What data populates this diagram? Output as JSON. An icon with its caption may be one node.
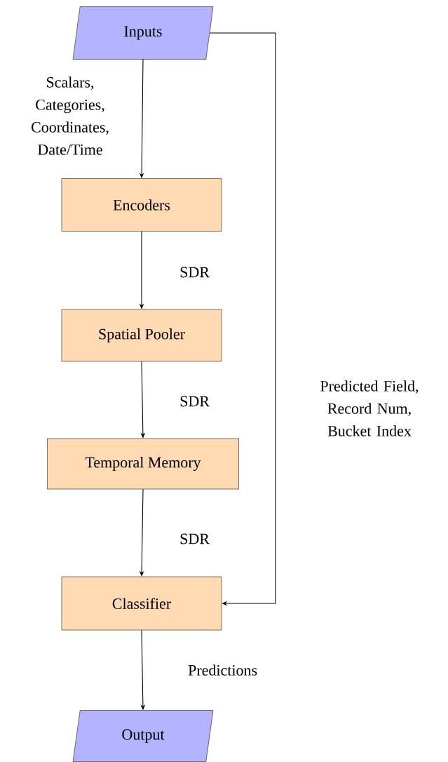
{
  "diagram": {
    "nodes": [
      {
        "text": [
          "Inputs"
        ]
      },
      {
        "text": [
          "Encoders"
        ]
      },
      {
        "text": [
          "Spatial Pooler"
        ]
      },
      {
        "text": [
          "Temporal Memory"
        ]
      },
      {
        "text": [
          "Classifier"
        ]
      },
      {
        "text": [
          "Output"
        ]
      }
    ],
    "edges": [
      {
        "from": 0,
        "to": 1,
        "arrow": "to",
        "label": "Scalars, Categories, Coordinates, Date/Time"
      },
      {
        "from": 1,
        "to": 2,
        "arrow": "to",
        "label": "SDR"
      },
      {
        "from": 2,
        "to": 3,
        "arrow": "to",
        "label": "SDR"
      },
      {
        "from": 3,
        "to": 4,
        "arrow": "to",
        "label": "SDR"
      },
      {
        "from": 4,
        "to": 5,
        "arrow": "to",
        "label": "Predictions"
      },
      {
        "from": 0,
        "to": 4,
        "arrow": "to",
        "label": "Predicted Field, Record Num, Bucket Index"
      }
    ]
  }
}
